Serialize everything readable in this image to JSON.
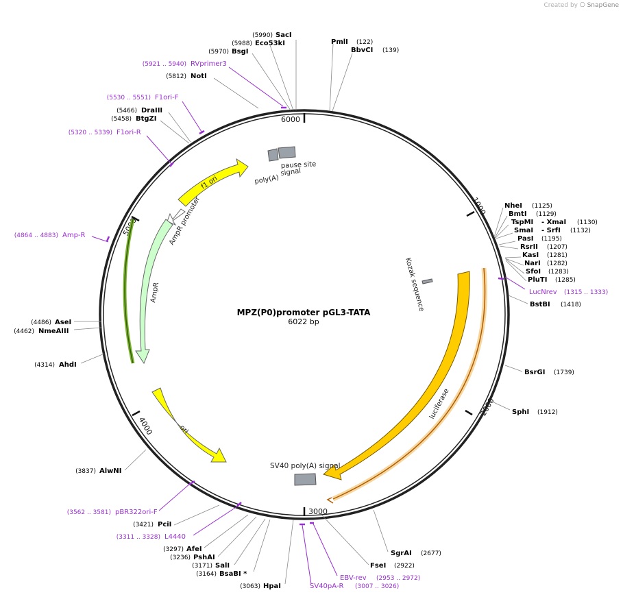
{
  "credit": {
    "prefix": "Created by",
    "brand": "SnapGene"
  },
  "title": "MPZ(P0)promoter pGL3-TATA",
  "length": "6022 bp",
  "total_bp": 6022,
  "ticks": [
    {
      "bp": 0,
      "label": "6000"
    },
    {
      "bp": 1000,
      "label": "1000"
    },
    {
      "bp": 2000,
      "label": "2000"
    },
    {
      "bp": 3000,
      "label": "3000"
    },
    {
      "bp": 4000,
      "label": "4000"
    },
    {
      "bp": 5000,
      "label": "5000"
    }
  ],
  "enzymes": [
    {
      "id": "saci",
      "pos": "(5990)",
      "name": "SacI"
    },
    {
      "id": "eco53ki",
      "pos": "(5988)",
      "name": "Eco53kI"
    },
    {
      "id": "bsgi",
      "pos": "(5970)",
      "name": "BsgI"
    },
    {
      "id": "noti",
      "pos": "(5812)",
      "name": "NotI"
    },
    {
      "id": "draiii",
      "pos": "(5466)",
      "name": "DraIII"
    },
    {
      "id": "btgzi",
      "pos": "(5458)",
      "name": "BtgZI"
    },
    {
      "id": "pmli",
      "pos": "(122)",
      "name": "PmlI"
    },
    {
      "id": "bbvci",
      "pos": "(139)",
      "name": "BbvCI"
    },
    {
      "id": "nhei",
      "pos": "(1125)",
      "name": "NheI"
    },
    {
      "id": "bmti",
      "pos": "(1129)",
      "name": "BmtI"
    },
    {
      "id": "tspmi",
      "pos": "(1130)",
      "name": "TspMI"
    },
    {
      "id": "xmai",
      "pos": "",
      "name": "- XmaI"
    },
    {
      "id": "smai",
      "pos": "(1132)",
      "name": "SmaI"
    },
    {
      "id": "srfi",
      "pos": "",
      "name": "- SrfI"
    },
    {
      "id": "pasi",
      "pos": "(1195)",
      "name": "PasI"
    },
    {
      "id": "rsrii",
      "pos": "(1207)",
      "name": "RsrII"
    },
    {
      "id": "kasi",
      "pos": "(1281)",
      "name": "KasI"
    },
    {
      "id": "nari",
      "pos": "(1282)",
      "name": "NarI"
    },
    {
      "id": "sfoi",
      "pos": "(1283)",
      "name": "SfoI"
    },
    {
      "id": "plui",
      "pos": "(1285)",
      "name": "PluTI"
    },
    {
      "id": "bstbi",
      "pos": "(1418)",
      "name": "BstBI"
    },
    {
      "id": "bsrgi",
      "pos": "(1739)",
      "name": "BsrGI"
    },
    {
      "id": "sphi",
      "pos": "(1912)",
      "name": "SphI"
    },
    {
      "id": "sgrai",
      "pos": "(2677)",
      "name": "SgrAI"
    },
    {
      "id": "fsei",
      "pos": "(2922)",
      "name": "FseI"
    },
    {
      "id": "hpai",
      "pos": "(3063)",
      "name": "HpaI"
    },
    {
      "id": "bsabi",
      "pos": "(3164)",
      "name": "BsaBI *"
    },
    {
      "id": "sali",
      "pos": "(3171)",
      "name": "SalI"
    },
    {
      "id": "pshai",
      "pos": "(3236)",
      "name": "PshAI"
    },
    {
      "id": "afei",
      "pos": "(3297)",
      "name": "AfeI"
    },
    {
      "id": "pcii",
      "pos": "(3421)",
      "name": "PciI"
    },
    {
      "id": "alwni",
      "pos": "(3837)",
      "name": "AlwNI"
    },
    {
      "id": "ahdi",
      "pos": "(4314)",
      "name": "AhdI"
    },
    {
      "id": "asei",
      "pos": "(4486)",
      "name": "AseI"
    },
    {
      "id": "nmeaiii",
      "pos": "(4462)",
      "name": "NmeAIII"
    }
  ],
  "primers": [
    {
      "id": "rvprimer3",
      "range": "(5921 .. 5940)",
      "name": "RVprimer3"
    },
    {
      "id": "f1ori-f",
      "range": "(5530 .. 5551)",
      "name": "F1ori-F"
    },
    {
      "id": "f1ori-r",
      "range": "(5320 .. 5339)",
      "name": "F1ori-R"
    },
    {
      "id": "amp-r",
      "range": "(4864 .. 4883)",
      "name": "Amp-R"
    },
    {
      "id": "lucnrev",
      "range": "(1315 .. 1333)",
      "name": "LucNrev"
    },
    {
      "id": "pbr322ori-f",
      "range": "(3562 .. 3581)",
      "name": "pBR322ori-F"
    },
    {
      "id": "l4440",
      "range": "(3311 .. 3328)",
      "name": "L4440"
    },
    {
      "id": "ebv-rev",
      "range": "(2953 .. 2972)",
      "name": "EBV-rev"
    },
    {
      "id": "sv40pa-r",
      "range": "(3007 .. 3026)",
      "name": "SV40pA-R"
    }
  ],
  "features": [
    {
      "id": "f1-ori",
      "label": "f1 ori"
    },
    {
      "id": "ampr-promoter",
      "label": "AmpR promoter"
    },
    {
      "id": "ampr",
      "label": "AmpR"
    },
    {
      "id": "ori",
      "label": "ori"
    },
    {
      "id": "luciferase",
      "label": "luciferase"
    },
    {
      "id": "sv40-polya",
      "label": "SV40 poly(A) signal"
    },
    {
      "id": "polya-signal",
      "label": "poly(A)\nsignal"
    },
    {
      "id": "pause-site",
      "label": "pause site"
    },
    {
      "id": "kozak",
      "label": "Kozak sequence"
    }
  ],
  "colors": {
    "backbone": "#222222",
    "enzyme_text": "#000000",
    "primer": "#9a2fd1",
    "yellow_feature": "#ffff00",
    "ampr_fill": "#ccffcc",
    "luciferase_fill": "#ffcc00",
    "grey_feature": "#9aa1a8",
    "white_feature": "#ffffff"
  }
}
